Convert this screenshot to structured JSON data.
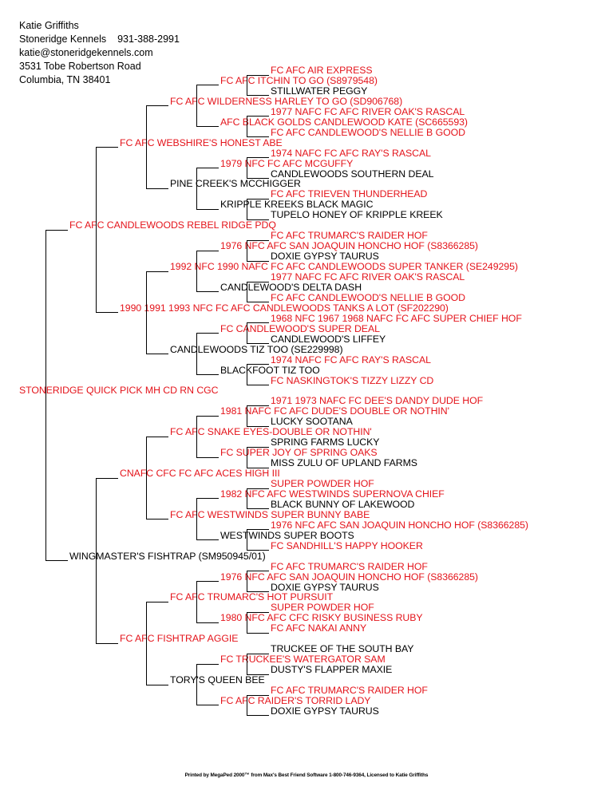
{
  "header": {
    "owner": "Katie Griffiths",
    "kennel": "Stoneridge Kennels",
    "phone": "931-388-2991",
    "email": "katie@stoneridgekennels.com",
    "address": "3531 Tobe Robertson Road",
    "city": "Columbia, TN 38401"
  },
  "pedigree": [
    {
      "name": "FC AFC AIR EXPRESS",
      "red": true
    },
    {
      "name": "FC AFC ITCHIN TO GO (S8979548)",
      "red": true
    },
    {
      "name": "STILLWATER PEGGY",
      "red": false
    },
    {
      "name": "FC AFC WILDERNESS HARLEY TO GO (SD906768)",
      "red": true
    },
    {
      "name": "1977 NAFC FC AFC RIVER OAK'S RASCAL",
      "red": true
    },
    {
      "name": "AFC BLACK GOLDS CANDLEWOOD KATE (SC665593)",
      "red": true
    },
    {
      "name": "FC AFC CANDLEWOOD'S NELLIE B GOOD",
      "red": true
    },
    {
      "name": "FC AFC WEBSHIRE'S HONEST ABE",
      "red": true
    },
    {
      "name": "1974 NAFC FC AFC RAY'S RASCAL",
      "red": true
    },
    {
      "name": "1979 NFC FC AFC MCGUFFY",
      "red": true
    },
    {
      "name": "CANDLEWOODS SOUTHERN DEAL",
      "red": false
    },
    {
      "name": "PINE CREEK'S MCCHIGGER",
      "red": false
    },
    {
      "name": "FC AFC TRIEVEN THUNDERHEAD",
      "red": true
    },
    {
      "name": "KRIPPLE KREEKS BLACK MAGIC",
      "red": false
    },
    {
      "name": "TUPELO HONEY OF KRIPPLE KREEK",
      "red": false
    },
    {
      "name": "FC AFC CANDLEWOODS REBEL RIDGE PDQ",
      "red": true
    },
    {
      "name": "FC AFC TRUMARC'S RAIDER HOF",
      "red": true
    },
    {
      "name": "1976 NFC AFC SAN JOAQUIN HONCHO HOF (S8366285)",
      "red": true
    },
    {
      "name": "DOXIE GYPSY TAURUS",
      "red": false
    },
    {
      "name": "1992 NFC 1990 NAFC FC AFC CANDLEWOODS SUPER TANKER (SE249295)",
      "red": true
    },
    {
      "name": "1977 NAFC FC AFC RIVER OAK'S RASCAL",
      "red": true
    },
    {
      "name": "CANDLEWOOD'S DELTA DASH",
      "red": false
    },
    {
      "name": "FC AFC CANDLEWOOD'S NELLIE B GOOD",
      "red": true
    },
    {
      "name": "1990 1991 1993 NFC FC AFC CANDLEWOODS TANKS A LOT (SF202290)",
      "red": true
    },
    {
      "name": "1968 NFC 1967 1968 NAFC FC AFC SUPER CHIEF HOF",
      "red": true
    },
    {
      "name": "FC CANDLEWOOD'S SUPER DEAL",
      "red": true
    },
    {
      "name": "CANDLEWOOD'S LIFFEY",
      "red": false
    },
    {
      "name": "CANDLEWOODS TIZ TOO (SE229998)",
      "red": false
    },
    {
      "name": "1974 NAFC FC AFC RAY'S RASCAL",
      "red": true
    },
    {
      "name": "BLACKFOOT TIZ TOO",
      "red": false
    },
    {
      "name": "FC NASKINGTOK'S TIZZY LIZZY CD",
      "red": true
    },
    {
      "name": "STONERIDGE QUICK PICK MH CD RN CGC",
      "red": true
    },
    {
      "name": "1971 1973 NAFC FC DEE'S DANDY DUDE HOF",
      "red": true
    },
    {
      "name": "1981 NAFC FC AFC DUDE'S DOUBLE OR NOTHIN'",
      "red": true
    },
    {
      "name": "LUCKY SOOTANA",
      "red": false
    },
    {
      "name": "FC AFC SNAKE EYES-DOUBLE OR NOTHIN'",
      "red": true
    },
    {
      "name": "SPRING FARMS LUCKY",
      "red": false
    },
    {
      "name": "FC SUPER JOY OF SPRING OAKS",
      "red": true
    },
    {
      "name": "MISS ZULU OF UPLAND FARMS",
      "red": false
    },
    {
      "name": "CNAFC CFC FC AFC ACES HIGH III",
      "red": true
    },
    {
      "name": "SUPER POWDER HOF",
      "red": true
    },
    {
      "name": "1982 NFC AFC WESTWINDS SUPERNOVA CHIEF",
      "red": true
    },
    {
      "name": "BLACK BUNNY OF LAKEWOOD",
      "red": false
    },
    {
      "name": "FC AFC WESTWINDS SUPER BUNNY BABE",
      "red": true
    },
    {
      "name": "1976 NFC AFC SAN JOAQUIN HONCHO HOF (S8366285)",
      "red": true
    },
    {
      "name": "WESTWINDS SUPER BOOTS",
      "red": false
    },
    {
      "name": "FC SANDHILL'S HAPPY HOOKER",
      "red": true
    },
    {
      "name": "WINGMASTER'S FISHTRAP (SM950945/01)",
      "red": false
    },
    {
      "name": "FC AFC TRUMARC'S RAIDER HOF",
      "red": true
    },
    {
      "name": "1976 NFC AFC SAN JOAQUIN HONCHO HOF (S8366285)",
      "red": true
    },
    {
      "name": "DOXIE GYPSY TAURUS",
      "red": false
    },
    {
      "name": "FC AFC TRUMARC'S HOT PURSUIT",
      "red": true
    },
    {
      "name": "SUPER POWDER HOF",
      "red": true
    },
    {
      "name": "1980 NFC AFC CFC RISKY BUSINESS RUBY",
      "red": true
    },
    {
      "name": "FC AFC NAKAI ANNY",
      "red": true
    },
    {
      "name": "FC AFC FISHTRAP  AGGIE",
      "red": true
    },
    {
      "name": "TRUCKEE OF THE SOUTH BAY",
      "red": false
    },
    {
      "name": "FC TRUCKEE'S WATERGATOR SAM",
      "red": true
    },
    {
      "name": "DUSTY'S FLAPPER MAXIE",
      "red": false
    },
    {
      "name": "TORY'S QUEEN BEE",
      "red": false
    },
    {
      "name": "FC AFC TRUMARC'S RAIDER HOF",
      "red": true
    },
    {
      "name": "FC AFC RAIDER'S TORRID LADY",
      "red": true
    },
    {
      "name": "DOXIE GYPSY TAURUS",
      "red": false
    }
  ],
  "footer": "Printed by MegaPed 2000™ from Max's Best Friend Software 1-800-746-9364, Licensed to Katie Griffiths",
  "colors": {
    "champion": "#e4141b",
    "plain": "#000000"
  }
}
